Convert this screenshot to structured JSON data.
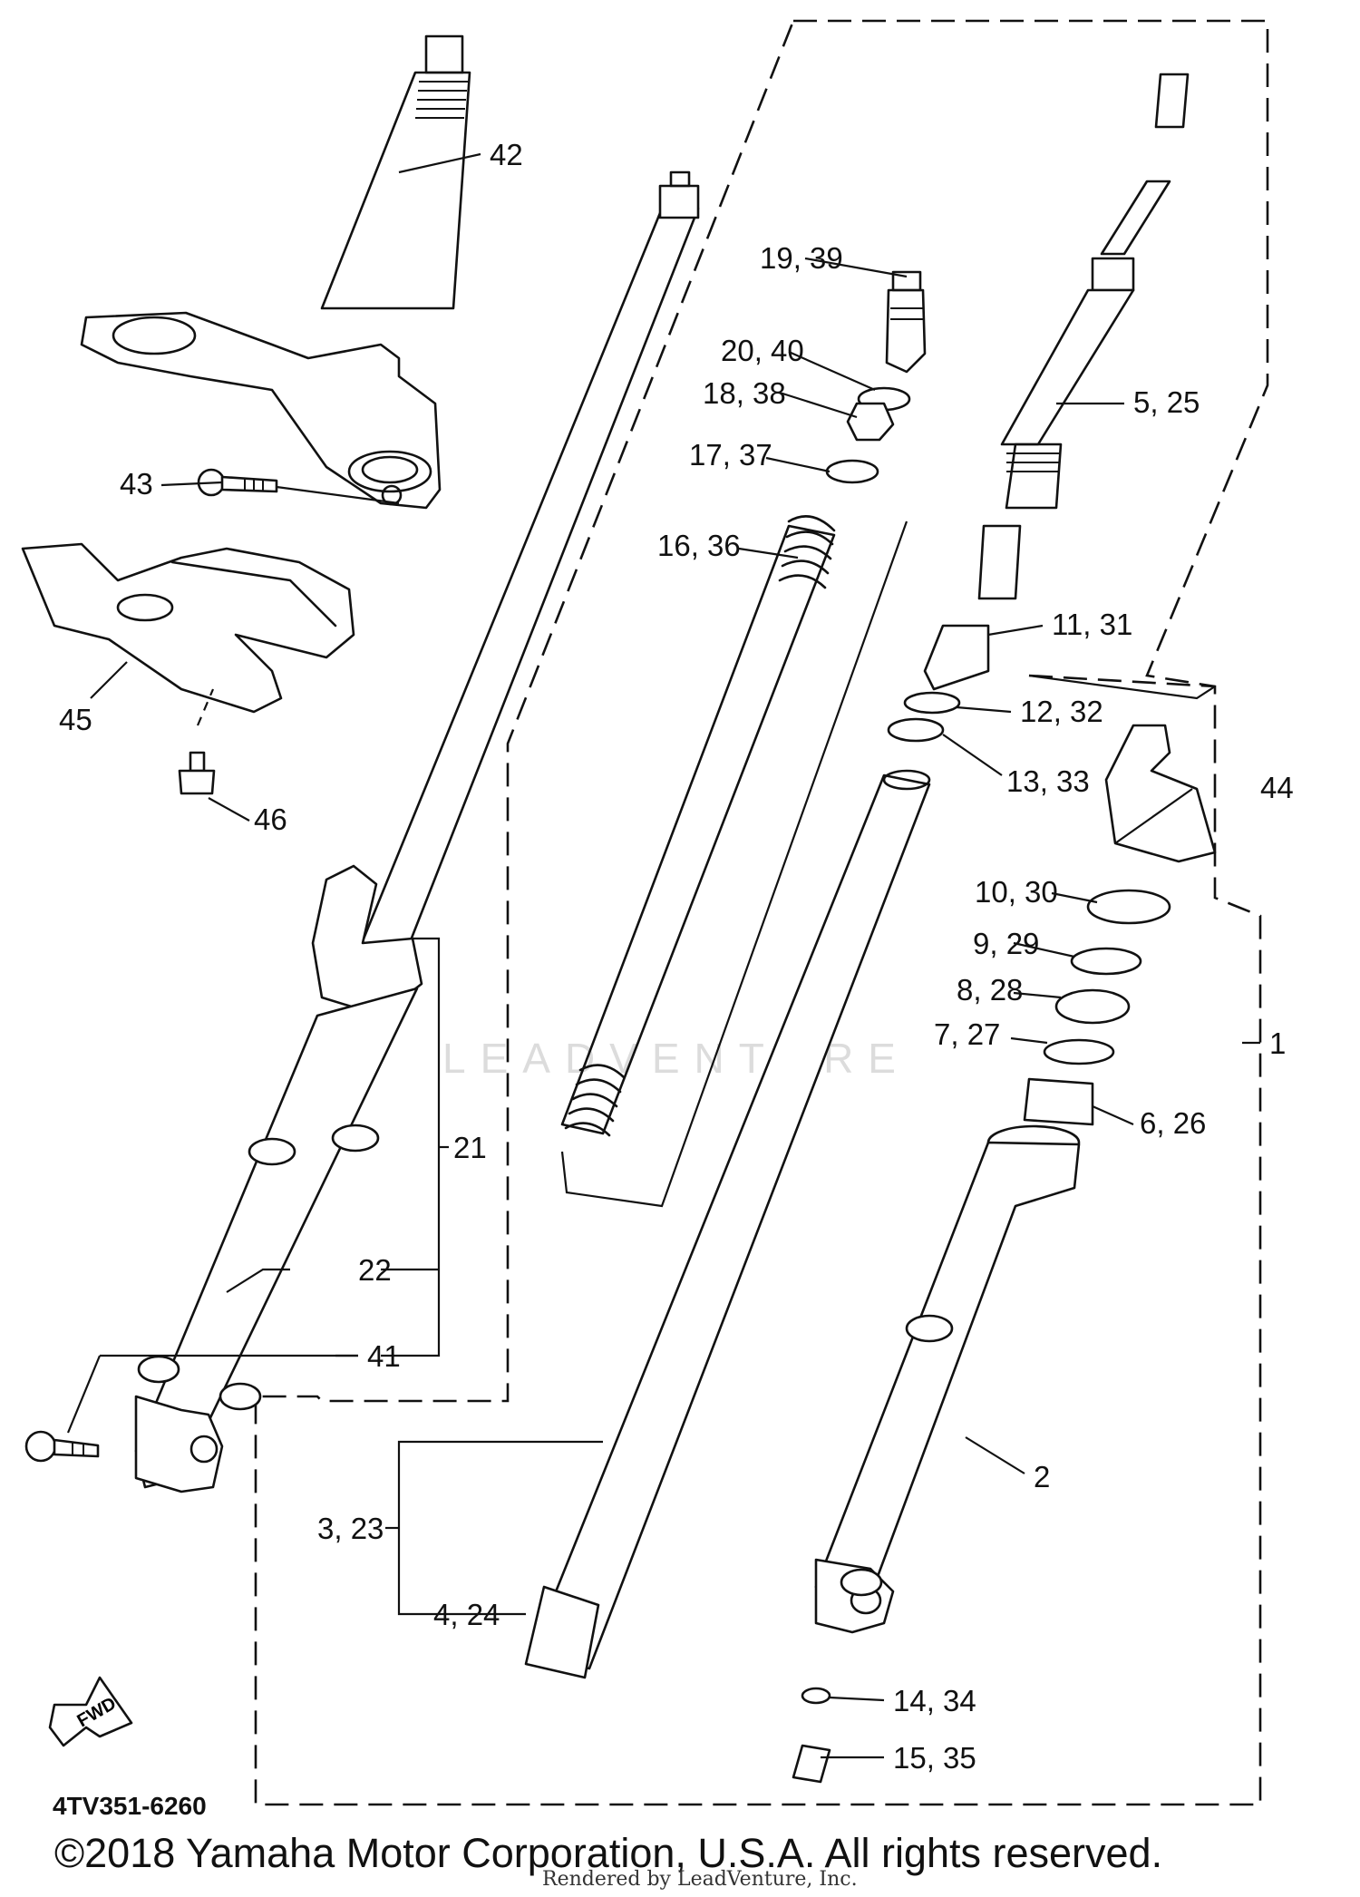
{
  "diagram_code": "4TV351-6260",
  "copyright": "©2018 Yamaha Motor Corporation, U.S.A. All rights reserved.",
  "rendered_by": "Rendered by LeadVenture, Inc.",
  "watermark": "LEADVENTURE",
  "fwd_label": "FWD",
  "callouts": {
    "c1": "1",
    "c2": "2",
    "c3_23": "3, 23",
    "c4_24": "4, 24",
    "c5_25": "5, 25",
    "c6_26": "6, 26",
    "c7_27": "7, 27",
    "c8_28": "8, 28",
    "c9_29": "9, 29",
    "c10_30": "10, 30",
    "c11_31": "11, 31",
    "c12_32": "12, 32",
    "c13_33": "13, 33",
    "c14_34": "14, 34",
    "c15_35": "15, 35",
    "c16_36": "16, 36",
    "c17_37": "17, 37",
    "c18_38": "18, 38",
    "c19_39": "19, 39",
    "c20_40": "20, 40",
    "c21": "21",
    "c22": "22",
    "c41": "41",
    "c42": "42",
    "c43": "43",
    "c44": "44",
    "c45": "45",
    "c46": "46"
  }
}
